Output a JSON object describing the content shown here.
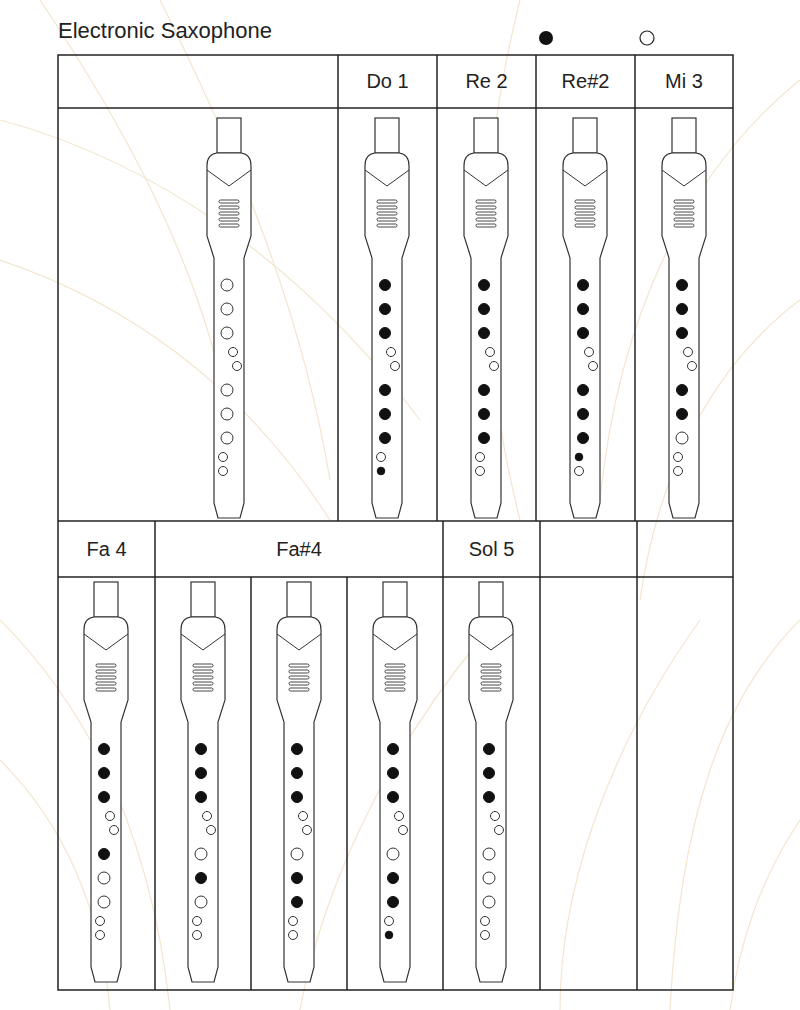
{
  "diagram": {
    "title": "Electronic Saxophone",
    "labels": [
      "Do 1",
      "Re 2",
      "Re#2",
      "Mi 3",
      "Fa 4",
      "Fa#4",
      "Sol 5"
    ]
  }
}
